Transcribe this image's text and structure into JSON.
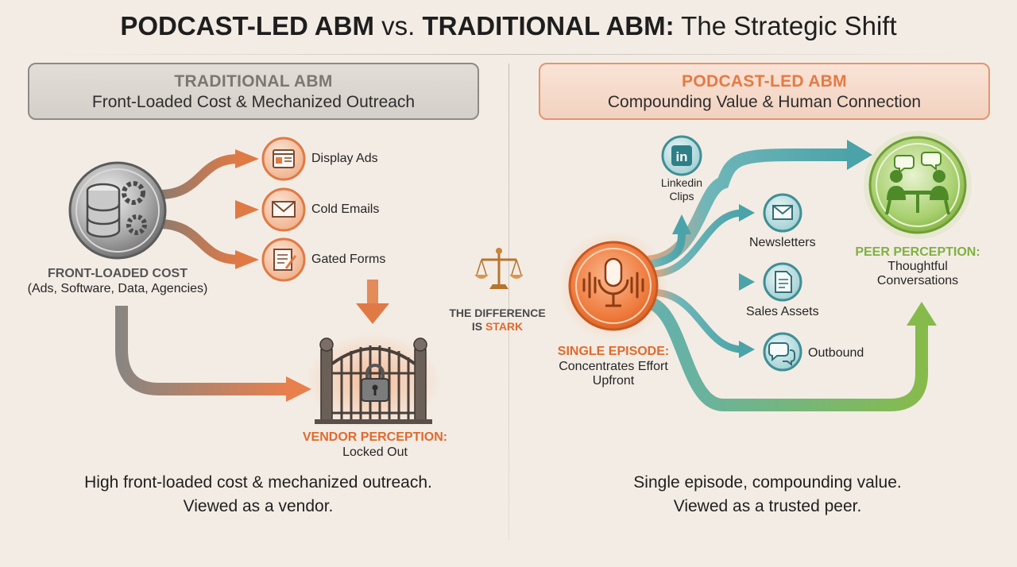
{
  "title": {
    "part1": "PODCAST-LED ABM",
    "vs": " vs. ",
    "part2": "TRADITIONAL ABM:",
    "part3": " The Strategic Shift"
  },
  "traditional": {
    "heading": "TRADITIONAL ABM",
    "subheading": "Front-Loaded Cost & Mechanized Outreach",
    "cost_label": "FRONT-LOADED COST",
    "cost_detail": "(Ads, Software, Data, Agencies)",
    "channels": [
      "Display Ads",
      "Cold Emails",
      "Gated Forms"
    ],
    "perception_label": "VENDOR PERCEPTION:",
    "perception_value": "Locked Out",
    "summary_line1": "High front-loaded cost & mechanized outreach.",
    "summary_line2": "Viewed as a vendor."
  },
  "middle": {
    "line1": "THE DIFFERENCE",
    "line2_prefix": "IS ",
    "line2_accent": "STARK"
  },
  "podcast": {
    "heading": "PODCAST-LED ABM",
    "subheading": "Compounding Value & Human Connection",
    "episode_label": "SINGLE EPISODE:",
    "episode_line1": "Concentrates Effort",
    "episode_line2": "Upfront",
    "linkedin_line1": "Linkedin",
    "linkedin_line2": "Clips",
    "channels": [
      "Newsletters",
      "Sales Assets",
      "Outbound"
    ],
    "perception_label": "PEER PERCEPTION:",
    "perception_line1": "Thoughtful",
    "perception_line2": "Conversations",
    "summary_line1": "Single episode, compounding value.",
    "summary_line2": "Viewed as a trusted peer."
  },
  "colors": {
    "accent_orange": "#e06a2e",
    "teal": "#4aa3a8",
    "green": "#7fb13f",
    "grey": "#8e8a86"
  },
  "icons": [
    "database-gears-icon",
    "display-ad-icon",
    "envelope-icon",
    "form-icon",
    "locked-gate-icon",
    "scales-icon",
    "microphone-icon",
    "linkedin-icon",
    "newsletter-icon",
    "document-icon",
    "chat-bubbles-icon",
    "people-conversation-icon"
  ]
}
